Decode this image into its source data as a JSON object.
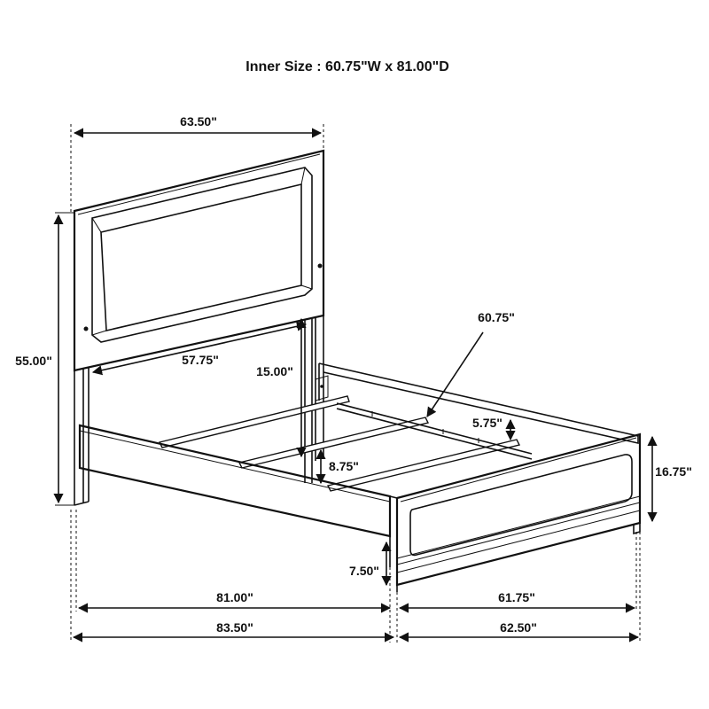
{
  "title": "Inner Size : 60.75\"W x 81.00\"D",
  "dimensions": {
    "headboard_width": "63.50\"",
    "overall_height": "55.00\"",
    "inner_width_headboard": "57.75\"",
    "headboard_clearance": "15.00\"",
    "slat_length": "60.75\"",
    "slat_gap": "5.75\"",
    "rail_height": "8.75\"",
    "footboard_height": "16.75\"",
    "floor_clearance": "7.50\"",
    "inner_depth": "81.00\"",
    "overall_depth": "83.50\"",
    "inner_width_footboard": "61.75\"",
    "overall_width": "62.50\""
  }
}
